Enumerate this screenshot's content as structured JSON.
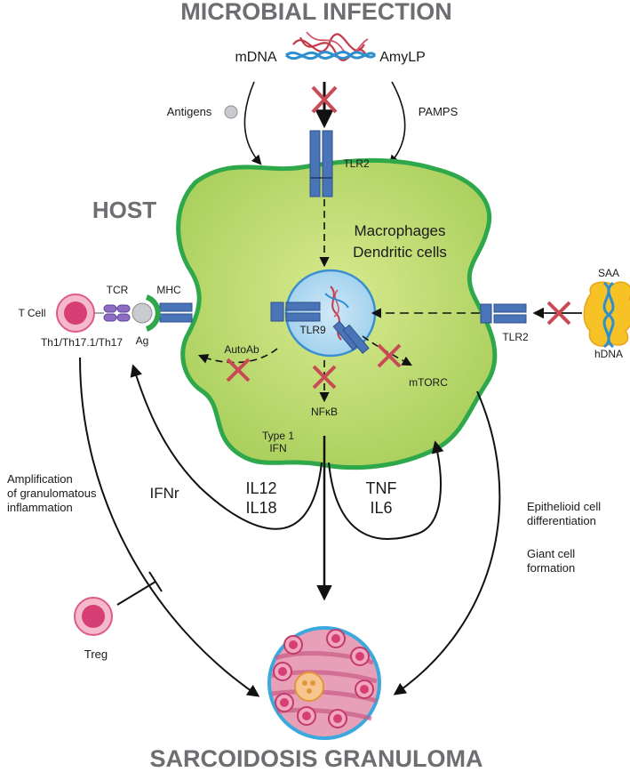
{
  "title_top": "MICROBIAL INFECTION",
  "title_bottom": "SARCOIDOSIS GRANULOMA",
  "host_label": "HOST",
  "pathogens": {
    "left": "mDNA",
    "right": "AmyLP"
  },
  "inputs": {
    "antigens": "Antigens",
    "pamps": "PAMPS"
  },
  "receptors": {
    "tlr2_top": "TLR2",
    "tlr2_right": "TLR2",
    "tlr9": "TLR9",
    "mhc": "MHC",
    "tcr": "TCR",
    "ag": "Ag"
  },
  "cell": {
    "line1": "Macrophages",
    "line2": "Dendritic cells"
  },
  "tcell": {
    "name": "T Cell",
    "subtypes": "Th1/Th17.1/Th17"
  },
  "intracellular": {
    "autoab": "AutoAb",
    "mtorc": "mTORC",
    "nfkb": "NFκB",
    "type1_line1": "Type 1",
    "type1_line2": "IFN"
  },
  "cytokines": {
    "ifnr": "IFNr",
    "il12": "IL12",
    "il18": "IL18",
    "tnf": "TNF",
    "il6": "IL6"
  },
  "saa": {
    "saa": "SAA",
    "hdna": "hDNA"
  },
  "notes": {
    "amplification": [
      "Amplification",
      "of granulomatous",
      "inflammation"
    ],
    "epithelioid": [
      "Epithelioid cell",
      "differentiation"
    ],
    "giant": [
      "Giant cell",
      "formation"
    ]
  },
  "treg": "Treg",
  "colors": {
    "cell_fill": "#b6d56a",
    "cell_border": "#2ea84a",
    "receptor": "#4a74b8",
    "block_x": "#c94b55",
    "tcell": "#e05a86",
    "title": "#6d6e71"
  }
}
